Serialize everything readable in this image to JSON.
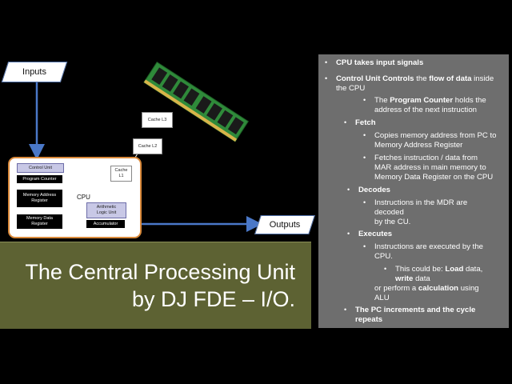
{
  "diagram": {
    "inputs_label": "Inputs",
    "outputs_label": "Outputs",
    "cpu_label": "CPU",
    "cache_l3": "Cache L3",
    "cache_l2": "Cache L2",
    "cache_l1_line1": "Cache",
    "cache_l1_line2": "L1",
    "control_unit": "Control Unit",
    "program_counter": "Program Counter",
    "mar_line1": "Memory Address",
    "mar_line2": "Register",
    "mdr_line1": "Memory Data",
    "mdr_line2": "Register",
    "alu_line1": "Arithmetic",
    "alu_line2": "Logic Unit",
    "accumulator": "Accumulator"
  },
  "banner": {
    "title_line1": "The Central Processing Unit",
    "title_line2": "by DJ FDE – I/O."
  },
  "notes": {
    "b1": "CPU takes input signals",
    "b2_a": "Control Unit Controls",
    "b2_b": " the ",
    "b2_c": "flow of data",
    "b2_d": " inside",
    "b2_e": "the CPU",
    "b3_a": "The ",
    "b3_b": "Program Counter",
    "b3_c": " holds the",
    "b3_d": "address of the next instruction",
    "fetch": "Fetch",
    "f1_a": "Copies memory address from PC to",
    "f1_b": "Memory Address Register",
    "f2_a": "Fetches instruction / data from",
    "f2_b": "MAR address in main memory to",
    "f2_c": "Memory Data Register on the CPU",
    "decodes": "Decodes",
    "d1_a": "Instructions in the MDR are",
    "d1_b": "decoded",
    "d1_c": " by the CU.",
    "executes": "Executes",
    "e1_a": "Instructions are executed by the",
    "e1_b": "CPU.",
    "e2_a": "This could be: ",
    "e2_b": "Load",
    "e2_c": " data,",
    "e2_d": "write",
    "e2_e": " data",
    "e2_f": "or perform a ",
    "e2_g": "calculation",
    "e2_h": " using",
    "e2_i": "ALU",
    "last_a": "The PC increments and the cycle",
    "last_b": "repeats"
  }
}
